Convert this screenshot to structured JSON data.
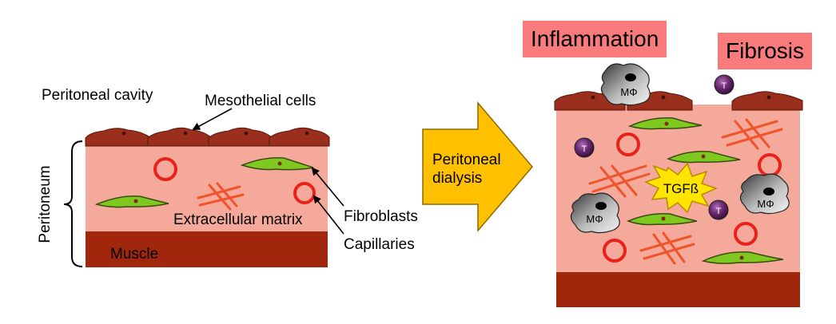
{
  "labels": {
    "peritoneal_cavity": "Peritoneal cavity",
    "mesothelial_cells": "Mesothelial cells",
    "peritoneum": "Peritoneum",
    "extracellular_matrix": "Extracellular matrix",
    "fibroblasts": "Fibroblasts",
    "capillaries": "Capillaries",
    "muscle": "Muscle",
    "arrow_line1": "Peritoneal",
    "arrow_line2": "dialysis",
    "inflammation": "Inflammation",
    "fibrosis": "Fibrosis",
    "tgf": "TGFß",
    "macrophage": "MΦ",
    "t_cell": "T"
  },
  "colors": {
    "tissue": "#f4a99a",
    "muscle": "#a0260c",
    "mesothelium": "#9b2f1d",
    "fibroblast": "#7ec820",
    "capillary": "#e8221b",
    "matrix": "#f0542b",
    "arrow": "#ffc000",
    "badge": "#f97b7b",
    "t_cell": "#6a2a6e",
    "tgf_burst": "#ffe400"
  }
}
